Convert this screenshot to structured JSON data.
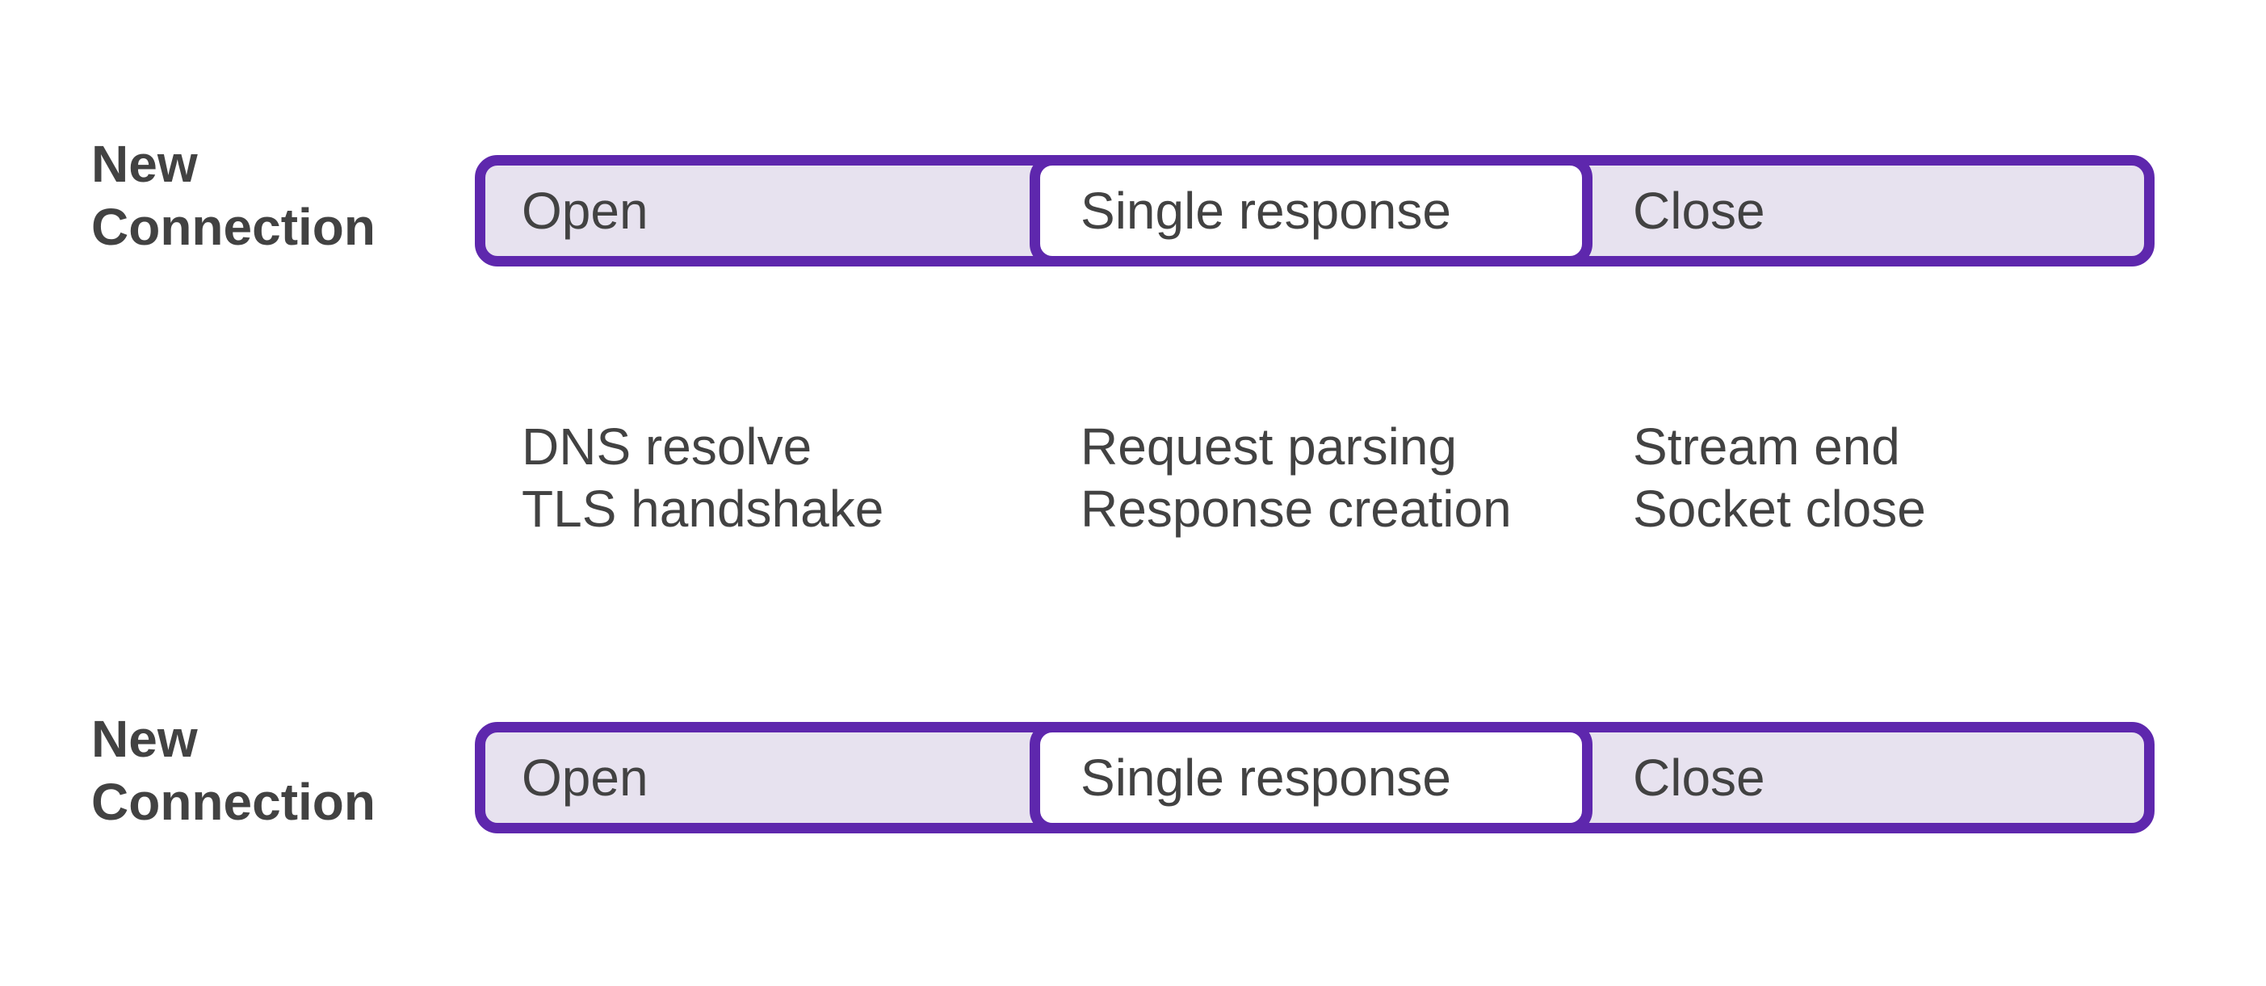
{
  "colors": {
    "purple_border": "#5e27ad",
    "lavender_fill": "#e7e2ef",
    "white_fill": "#ffffff",
    "text": "#424242",
    "background": "#ffffff"
  },
  "row1": {
    "label": "New\nConnection",
    "segments": {
      "open": "Open",
      "middle": "Single response",
      "close": "Close"
    }
  },
  "row2": {
    "label": "New\nConnection",
    "segments": {
      "open": "Open",
      "middle": "Single response",
      "close": "Close"
    }
  },
  "annotations": {
    "open_phase": "DNS resolve\nTLS handshake",
    "middle_phase": "Request parsing\nResponse creation",
    "close_phase": "Stream end\nSocket close"
  }
}
